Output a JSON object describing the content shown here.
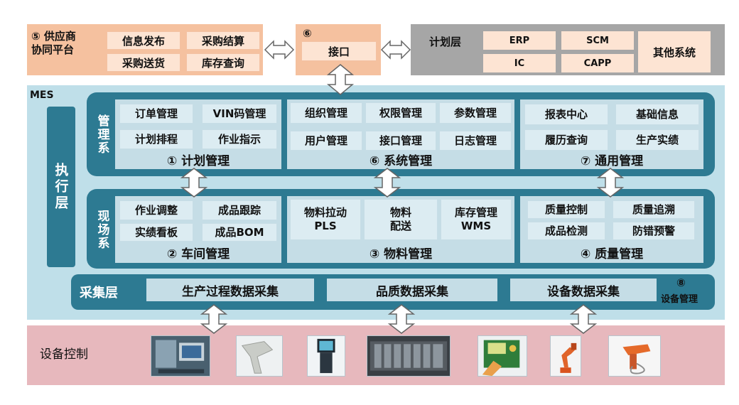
{
  "supplier": {
    "title_line1": "⑤ 供应商",
    "title_line2": "协同平台",
    "items": [
      "信息发布",
      "采购结算",
      "采购送货",
      "库存查询"
    ]
  },
  "interface": {
    "number": "⑥",
    "label": "接口"
  },
  "planning": {
    "title": "计划层",
    "items": [
      "ERP",
      "SCM",
      "IC",
      "CAPP"
    ],
    "other": "其他系统"
  },
  "mes": {
    "label": "MES",
    "exec_layer": "执行层",
    "mgmt_row_label": "管理系",
    "field_row_label": "现场系",
    "plan_mgmt": {
      "title": "① 计划管理",
      "items": [
        "订单管理",
        "VIN码管理",
        "计划排程",
        "作业指示"
      ]
    },
    "sys_mgmt": {
      "title": "⑥ 系统管理",
      "items": [
        "组织管理",
        "权限管理",
        "参数管理",
        "用户管理",
        "接口管理",
        "日志管理"
      ]
    },
    "common_mgmt": {
      "title": "⑦ 通用管理",
      "items": [
        "报表中心",
        "基础信息",
        "履历查询",
        "生产实绩"
      ]
    },
    "shop_mgmt": {
      "title": "② 车间管理",
      "items": [
        "作业调整",
        "成品跟踪",
        "实绩看板",
        "成品BOM"
      ]
    },
    "mat_mgmt": {
      "title": "③ 物料管理",
      "items": [
        "物料拉动\nPLS",
        "物料\n配送",
        "库存管理\nWMS"
      ]
    },
    "qual_mgmt": {
      "title": "④ 质量管理",
      "items": [
        "质量控制",
        "质量追溯",
        "成品检测",
        "防错预警"
      ]
    },
    "collect": {
      "label": "采集层",
      "items": [
        "生产过程数据采集",
        "品质数据采集",
        "设备数据采集"
      ],
      "equip_num": "⑧",
      "equip_label": "设备管理"
    }
  },
  "device": {
    "label": "设备控制"
  },
  "colors": {
    "orange": "#f5c19f",
    "gray": "#a6a6a6",
    "light_blue": "#bfdfe9",
    "teal": "#2d7a92",
    "pink": "#e7b8bd",
    "cell": "#dcecf2"
  }
}
